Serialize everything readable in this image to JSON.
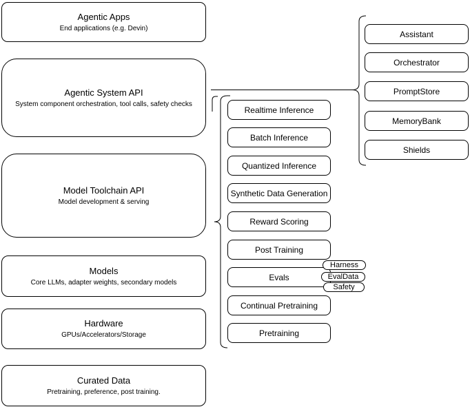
{
  "diagram": {
    "left_stack": [
      {
        "title": "Agentic Apps",
        "subtitle": "End applications (e.g. Devin)"
      },
      {
        "title": "Agentic System API",
        "subtitle": "System component orchestration, tool calls, safety checks"
      },
      {
        "title": "Model Toolchain API",
        "subtitle": "Model development & serving"
      },
      {
        "title": "Models",
        "subtitle": "Core LLMs, adapter weights, secondary models"
      },
      {
        "title": "Hardware",
        "subtitle": "GPUs/Accelerators/Storage"
      },
      {
        "title": "Curated Data",
        "subtitle": "Pretraining, preference, post training."
      }
    ],
    "toolchain_services": [
      "Realtime Inference",
      "Batch Inference",
      "Quantized Inference",
      "Synthetic Data Generation",
      "Reward Scoring",
      "Post Training",
      "Evals",
      "Continual Pretraining",
      "Pretraining"
    ],
    "eval_tags": [
      "Harness",
      "EvalData",
      "Safety"
    ],
    "system_services": [
      "Assistant",
      "Orchestrator",
      "PromptStore",
      "MemoryBank",
      "Shields"
    ],
    "colors": {
      "stroke": "#000000",
      "fill": "#ffffff",
      "canvas": "#ffffff"
    }
  }
}
